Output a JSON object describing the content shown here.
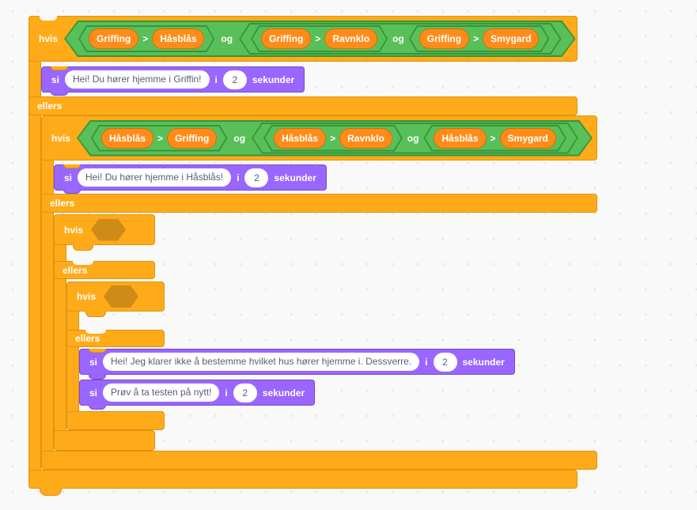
{
  "labels": {
    "if": "hvis",
    "else": "ellers",
    "and": "og",
    "say": "si",
    "in_word": "i",
    "seconds": "sekunder",
    "greater": ">"
  },
  "conditions": {
    "c1": {
      "pairs": [
        [
          "Griffing",
          "Håsblås"
        ],
        [
          "Griffing",
          "Ravnklo"
        ],
        [
          "Griffing",
          "Smygard"
        ]
      ]
    },
    "c2": {
      "pairs": [
        [
          "Håsblås",
          "Griffing"
        ],
        [
          "Håsblås",
          "Ravnklo"
        ],
        [
          "Håsblås",
          "Smygard"
        ]
      ]
    }
  },
  "says": {
    "s1": {
      "message": "Hei! Du hører hjemme i Griffin!",
      "duration": "2"
    },
    "s2": {
      "message": "Hei! Du hører hjemme i Håsblås!",
      "duration": "2"
    },
    "s3": {
      "message": "Hei! Jeg klarer ikke å bestemme hvilket hus hører hjemme i. Dessverre.",
      "duration": "2"
    },
    "s4": {
      "message": "Prøv å ta testen på nytt!",
      "duration": "2"
    }
  },
  "palette": {
    "control": "#FFAB19",
    "control_dark": "#CF8B17",
    "operator": "#59C059",
    "operator_dark": "#389438",
    "variable": "#FF8C1A",
    "looks": "#9966FF",
    "field_text": "#575E75",
    "background": "#F9F9F9"
  }
}
